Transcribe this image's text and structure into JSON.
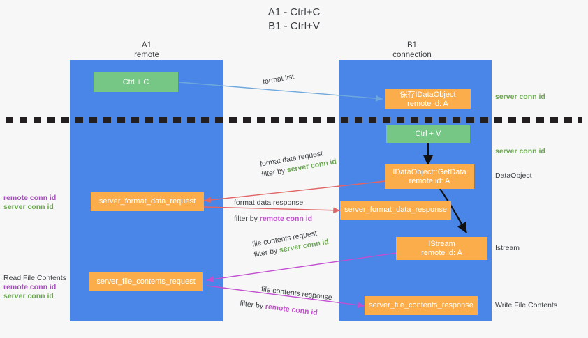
{
  "title": {
    "line1": "A1 - Ctrl+C",
    "line2": "B1 - Ctrl+V"
  },
  "columns": [
    {
      "id": "a1",
      "main": "A1",
      "sub": "remote"
    },
    {
      "id": "b1",
      "main": "B1",
      "sub": "connection"
    }
  ],
  "nodes": {
    "ctrl_c": {
      "line1": "Ctrl + C",
      "line2": ""
    },
    "data_object_store": {
      "line1": "保存IDataObject",
      "line2": "remote id: A"
    },
    "ctrl_v": {
      "line1": "Ctrl + V",
      "line2": ""
    },
    "get_data": {
      "line1": "IDataObject::GetData",
      "line2": "remote id: A"
    },
    "format_data_request": {
      "line1": "server_format_data_request",
      "line2": ""
    },
    "format_data_response": {
      "line1": "server_format_data_response",
      "line2": ""
    },
    "istream": {
      "line1": "IStream",
      "line2": "remote id: A"
    },
    "file_contents_request": {
      "line1": "server_file_contents_request",
      "line2": ""
    },
    "file_contents_response": {
      "line1": "server_file_contents_response",
      "line2": ""
    }
  },
  "edges": {
    "format_list": {
      "text": "format list"
    },
    "format_data_request": {
      "line1": "format data request",
      "line2_prefix": "filter by ",
      "line2_key": "server conn id"
    },
    "format_data_response": {
      "line1": "format data response",
      "line2_prefix": "filter by ",
      "line2_key": "remote conn id"
    },
    "file_contents_request": {
      "line1": "file contents request",
      "line2_prefix": "filter by ",
      "line2_key": "server conn id"
    },
    "file_contents_response": {
      "line1": "file contents response",
      "line2_prefix": "filter by ",
      "line2_key": "remote conn id"
    }
  },
  "annotations": {
    "left_format": {
      "remote": "remote conn id",
      "server": "server conn id"
    },
    "read_file_contents": {
      "heading": "Read File Contents",
      "remote": "remote conn id",
      "server": "server conn id"
    },
    "right_server_conn_top": "server conn id",
    "right_server_conn_second": "server conn id",
    "right_data_object": "DataObject",
    "right_istream": "Istream",
    "right_write_file_contents": "Write File Contents"
  },
  "colors": {
    "lane": "#4a86e8",
    "green_node": "#76c785",
    "orange_node": "#fbad4b",
    "server_conn": "#6aa84f",
    "remote_conn": "#c34fd0",
    "arrow_blue": "#6fa8dc",
    "arrow_red": "#e06666",
    "arrow_magenta": "#c24fd0",
    "arrow_black": "#000000",
    "background": "#f7f7f7"
  }
}
